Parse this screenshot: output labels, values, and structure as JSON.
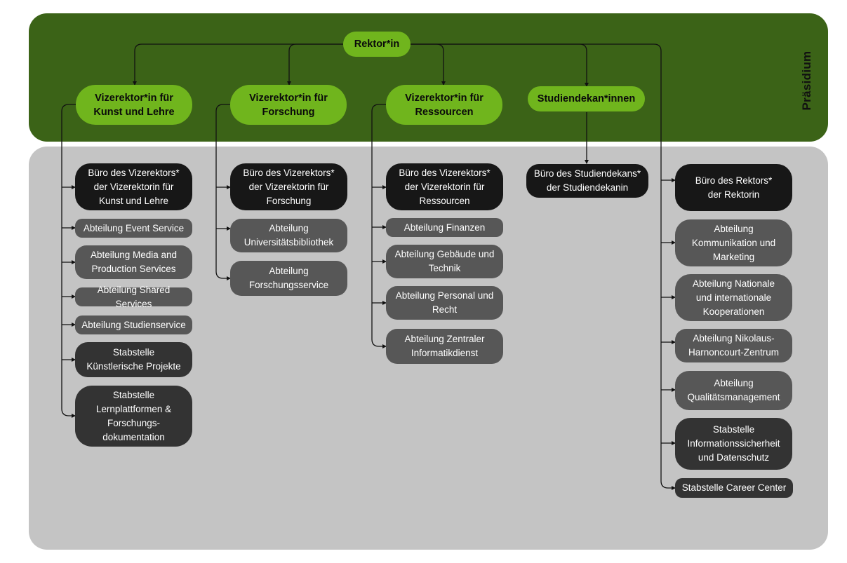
{
  "side_label": "Präsidium",
  "rector": "Rektor*in",
  "vice": {
    "kunst": "Vizerektor*in für\nKunst und Lehre",
    "forschung": "Vizerektor*in für\nForschung",
    "ressourcen": "Vizerektor*in für\nRessourcen",
    "studiendekan": "Studiendekan*innen"
  },
  "col1": {
    "buero": "Büro des Vizerektors*\nder Vizerektorin für\nKunst und Lehre",
    "event": "Abteilung Event Service",
    "media": "Abteilung Media and\nProduction Services",
    "shared": "Abteilung Shared Services",
    "studien": "Abteilung Studienservice",
    "kuenstlerisch": "Stabstelle\nKünstlerische Projekte",
    "lern": "Stabstelle\nLernplattformen &\nForschungs-\ndokumentation"
  },
  "col2": {
    "buero": "Büro des Vizerektors*\nder Vizerektorin für\nForschung",
    "bibliothek": "Abteilung\nUniversitätsbibliothek",
    "forschungsservice": "Abteilung\nForschungsservice"
  },
  "col3": {
    "buero": "Büro des Vizerektors*\nder Vizerektorin für\nRessourcen",
    "finanzen": "Abteilung Finanzen",
    "gebaeude": "Abteilung Gebäude und\nTechnik",
    "personal": "Abteilung Personal und\nRecht",
    "informatik": "Abteilung Zentraler\nInformatikdienst"
  },
  "col4": {
    "buero": "Büro des Studiendekans*\nder Studiendekanin"
  },
  "col5": {
    "buero": "Büro des Rektors*\nder Rektorin",
    "kommunikation": "Abteilung\nKommunikation und\nMarketing",
    "kooperationen": "Abteilung Nationale\nund internationale\nKooperationen",
    "harnoncourt": "Abteilung Nikolaus-\nHarnoncourt-Zentrum",
    "qualitaet": "Abteilung\nQualitätsmanagement",
    "informationssicherheit": "Stabstelle\nInformationssicherheit\nund Datenschutz",
    "career": "Stabstelle Career Center"
  },
  "colors": {
    "presidium_bg": "#3b6317",
    "units_bg": "#c4c4c4",
    "leadership_green": "#70b51d",
    "office_black": "#171717",
    "department_grey": "#575757",
    "staff_unit_dark": "#333333"
  }
}
